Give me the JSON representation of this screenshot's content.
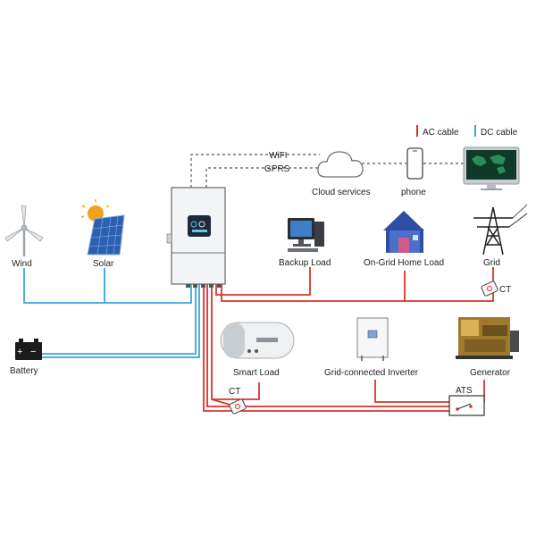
{
  "legend": {
    "ac": {
      "label": "AC cable",
      "color": "#d9342b"
    },
    "dc": {
      "label": "DC cable",
      "color": "#35a7dd"
    }
  },
  "links": {
    "wifi": "WiFI",
    "gprs": "GPRS"
  },
  "nodes": {
    "cloud": "Cloud services",
    "phone": "phone",
    "wind": "Wind",
    "solar": "Solar",
    "battery": "Battery",
    "backup_load": "Backup Load",
    "on_grid_home_load": "On-Grid Home Load",
    "grid": "Grid",
    "smart_load": "Smart Load",
    "grid_inverter": "Grid-connected Inverter",
    "generator": "Generator",
    "ct_grid": "CT",
    "ct_smart": "CT",
    "ats": "ATS"
  },
  "battery_terminals": {
    "plus": "+",
    "minus": "−"
  },
  "colors": {
    "dashed_line": "#555555",
    "inverter_screen": "#1e2a3a"
  }
}
